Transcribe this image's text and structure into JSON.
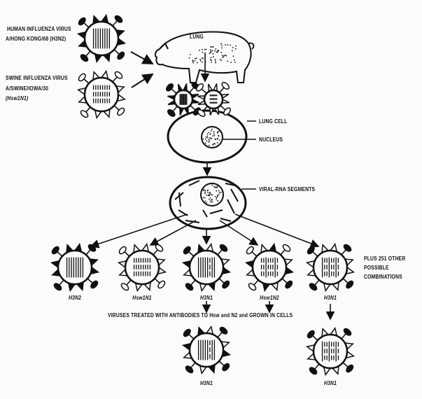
{
  "sources": {
    "human": {
      "line1": "HUMAN INFLUENZA VIRUS",
      "line2": "A/HONG KONG/68 (H3N2)"
    },
    "swine": {
      "line1": "SWINE INFLUENZA VIRUS",
      "line2": "A/SWINE/IOWA/30",
      "line3": "(Hsw1N1)"
    }
  },
  "pig_label": "LUNG",
  "cell_labels": {
    "lung_cell": "LUNG CELL",
    "nucleus": "NUCLEUS",
    "viral_rna": "VIRAL-RNA SEGMENTS"
  },
  "progeny": [
    {
      "label": "H3N2",
      "type": "human"
    },
    {
      "label": "Hsw1N1",
      "type": "swine"
    },
    {
      "label": "H3N1",
      "type": "mix1"
    },
    {
      "label": "Hsw1N2",
      "type": "mix2"
    },
    {
      "label": "H3N1",
      "type": "mix3"
    }
  ],
  "other_combinations": {
    "line1": "PLUS 251 OTHER",
    "line2": "POSSIBLE",
    "line3": "COMBINATIONS"
  },
  "treatment_text": "VIRUSES TREATED WITH ANTIBODIES TO Hsw and N2 and GROWN IN CELLS",
  "selected": [
    {
      "label": "H3N1",
      "type": "mix1"
    },
    {
      "label": "H3N1",
      "type": "mix3"
    }
  ]
}
